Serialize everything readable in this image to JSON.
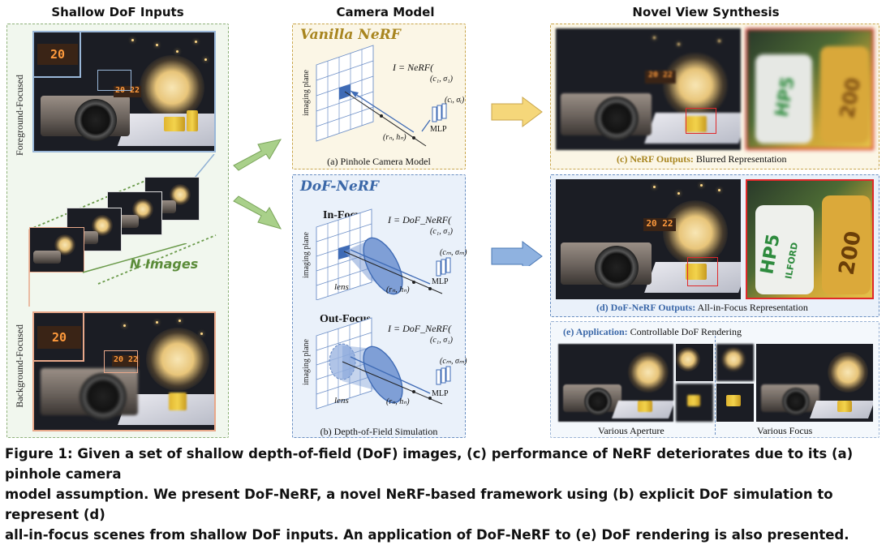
{
  "headers": {
    "inputs": "Shallow DoF Inputs",
    "camera": "Camera Model",
    "novel": "Novel View Synthesis"
  },
  "inputs": {
    "fg_label": "Foreground-Focused",
    "bg_label": "Background-Focused",
    "n_images": "N Images"
  },
  "camera": {
    "vanilla_title": "Vanilla NeRF",
    "vanilla_caption": "(a) Pinhole Camera Model",
    "dof_title": "DoF-NeRF",
    "dof_caption": "(b) Depth-of-Field Simulation",
    "imaging_plane": "imaging plane",
    "in_focus": "In-Focus",
    "out_focus": "Out-Focus",
    "lens": "lens",
    "mlp": "MLP",
    "eq_nerf": "I = NeRF(",
    "eq_dof": "I = DoF_NeRF(",
    "c1": "(c₁, σ₁)",
    "ci": "(cᵢ, σᵢ)",
    "cm": "(cₘ, σₘ)",
    "rn": "(rₙ, hₙ)",
    "close_paren": ")"
  },
  "novel": {
    "c_bold": "(c) NeRF Outputs:",
    "c_rest": " Blurred Representation",
    "d_bold": "(d) DoF-NeRF Outputs:",
    "d_rest": " All-in-Focus Representation",
    "e_bold": "(e) Application:",
    "e_rest": " Controllable DoF Rendering",
    "aperture": "Various Aperture",
    "focus": "Various Focus",
    "clock": "20 22",
    "film_brand": "ILFORD",
    "film_model": "HP5",
    "film_iso": "200"
  },
  "caption": {
    "line1": "Figure 1: Given a set of shallow depth-of-field (DoF) images, (c) performance of NeRF deteriorates due to its (a) pinhole camera",
    "line2": "model assumption. We present DoF-NeRF, a novel NeRF-based framework using (b) explicit DoF simulation to represent (d)",
    "line3": "all-in-focus scenes from shallow DoF inputs. An application of DoF-NeRF to (e) DoF rendering is also presented."
  },
  "colors": {
    "green": "#6a9a4a",
    "gold": "#b08a2a",
    "blue": "#4a78b5",
    "red": "#e0292b",
    "vanilla_bg": "#fbf6e6",
    "dof_bg": "#eaf1fa",
    "inputs_bg": "#eef5ea"
  }
}
